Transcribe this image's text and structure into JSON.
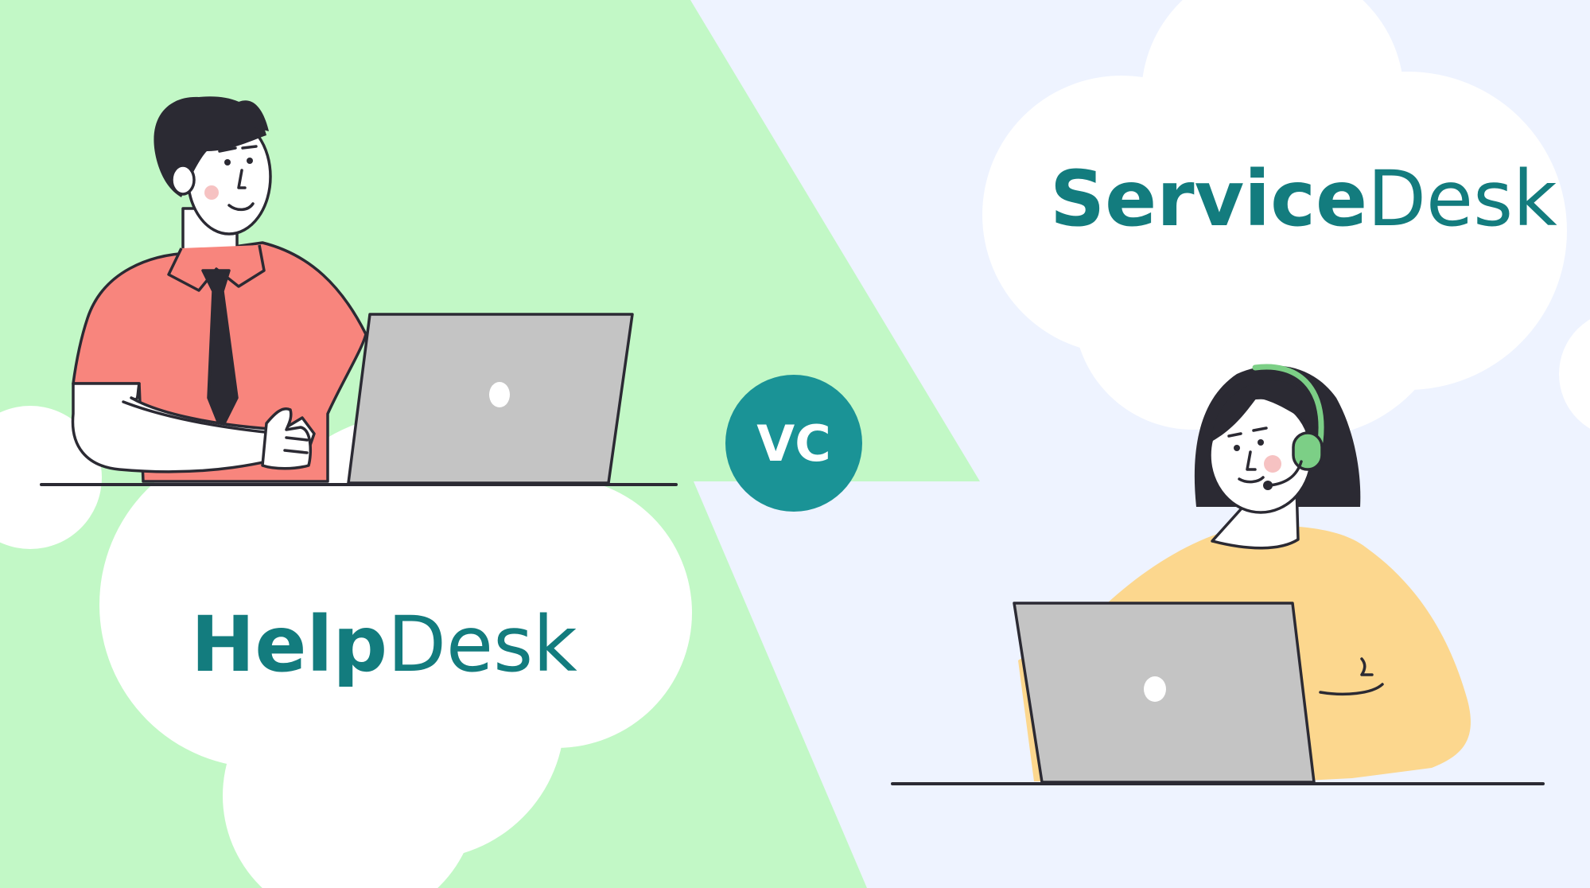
{
  "colors": {
    "left_background": "#c2f8c6",
    "right_background": "#eef3ff",
    "cloud": "#ffffff",
    "brand_teal": "#137c7e",
    "badge_teal": "#1a9396",
    "man_shirt": "#f8857d",
    "woman_sweater": "#fcd78e",
    "laptop": "#c4c4c4",
    "outline": "#2b2a33",
    "headset": "#7ccf86",
    "blush": "#f6c2c2"
  },
  "left": {
    "title_strong": "Help",
    "title_light": "Desk",
    "illustration": "man-with-laptop"
  },
  "right": {
    "title_strong": "Service",
    "title_light": "Desk",
    "illustration": "woman-with-headset-and-laptop"
  },
  "badge": {
    "text": "VC"
  }
}
